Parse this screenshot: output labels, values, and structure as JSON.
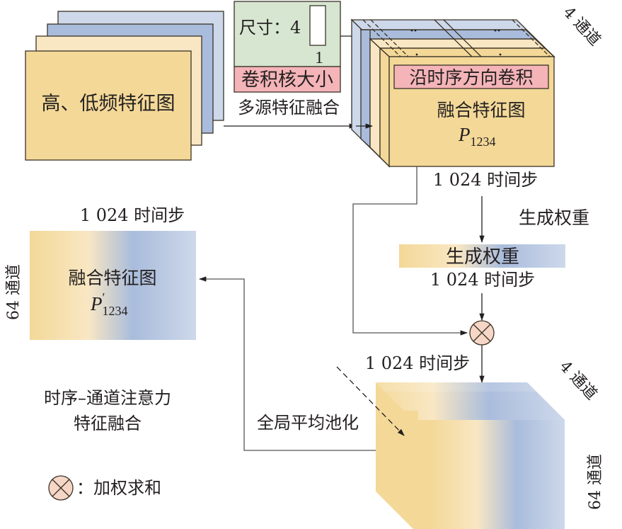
{
  "colors": {
    "yellow_dark": "#f3d898",
    "yellow_light": "#f9e7c3",
    "blue_dark": "#a9bcdc",
    "blue_light": "#cdd8ea",
    "green_box": "#d6e6d0",
    "pink_label": "#f4b4b8",
    "sum_circle": "#f6d6c6",
    "stroke": "#231f20"
  },
  "input_stack": {
    "label": "高、低频特征图",
    "layer_count": 4
  },
  "kernel_box": {
    "size_label": "尺寸：4",
    "width_label": "1",
    "caption": "卷积核大小"
  },
  "multi_source_label": "多源特征融合",
  "fused_block": {
    "conv_label": "沿时序方向卷积",
    "title": "融合特征图",
    "symbol": "P",
    "subscript": "1234",
    "channels_label": "4 通道",
    "steps_label": "1 024 时间步"
  },
  "weight_generation": {
    "side_label": "生成权重",
    "bar_label": "生成权重",
    "steps_label": "1 024 时间步"
  },
  "weighted_sum_symbol": "⊗",
  "output_cube": {
    "steps_label": "1 024 时间步",
    "depth_label": "4 通道",
    "height_label": "64 通道"
  },
  "pooling_label": "全局平均池化",
  "result_map": {
    "steps_label": "1 024 时间步",
    "channels_label": "64 通道",
    "title": "融合特征图",
    "symbol": "P",
    "prime": "′",
    "subscript": "1234"
  },
  "module_caption": {
    "line1": "时序–通道注意力",
    "line2": "特征融合"
  },
  "legend": {
    "symbol": "⊗",
    "text": "：加权求和"
  }
}
